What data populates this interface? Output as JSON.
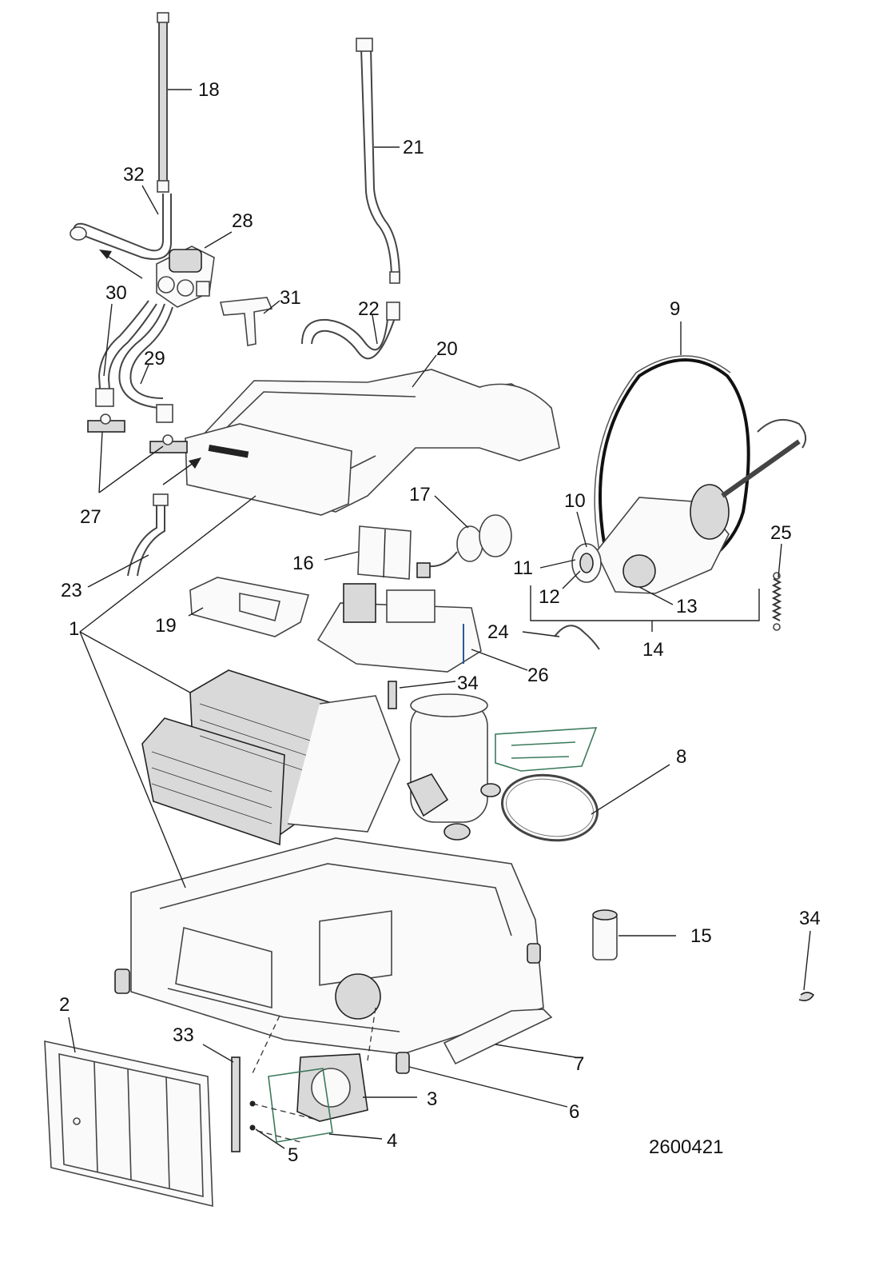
{
  "diagram": {
    "doc_number": "2600421",
    "callouts": {
      "c1": "1",
      "c2": "2",
      "c3": "3",
      "c4": "4",
      "c5": "5",
      "c6": "6",
      "c7": "7",
      "c8": "8",
      "c9": "9",
      "c10": "10",
      "c11": "11",
      "c12": "12",
      "c13": "13",
      "c14": "14",
      "c15": "15",
      "c16": "16",
      "c17": "17",
      "c18": "18",
      "c19": "19",
      "c20": "20",
      "c21": "21",
      "c22": "22",
      "c23": "23",
      "c24": "24",
      "c25": "25",
      "c26": "26",
      "c27": "27",
      "c28": "28",
      "c29": "29",
      "c30": "30",
      "c31": "31",
      "c32": "32",
      "c33": "33",
      "c34a": "34",
      "c34b": "34"
    }
  }
}
